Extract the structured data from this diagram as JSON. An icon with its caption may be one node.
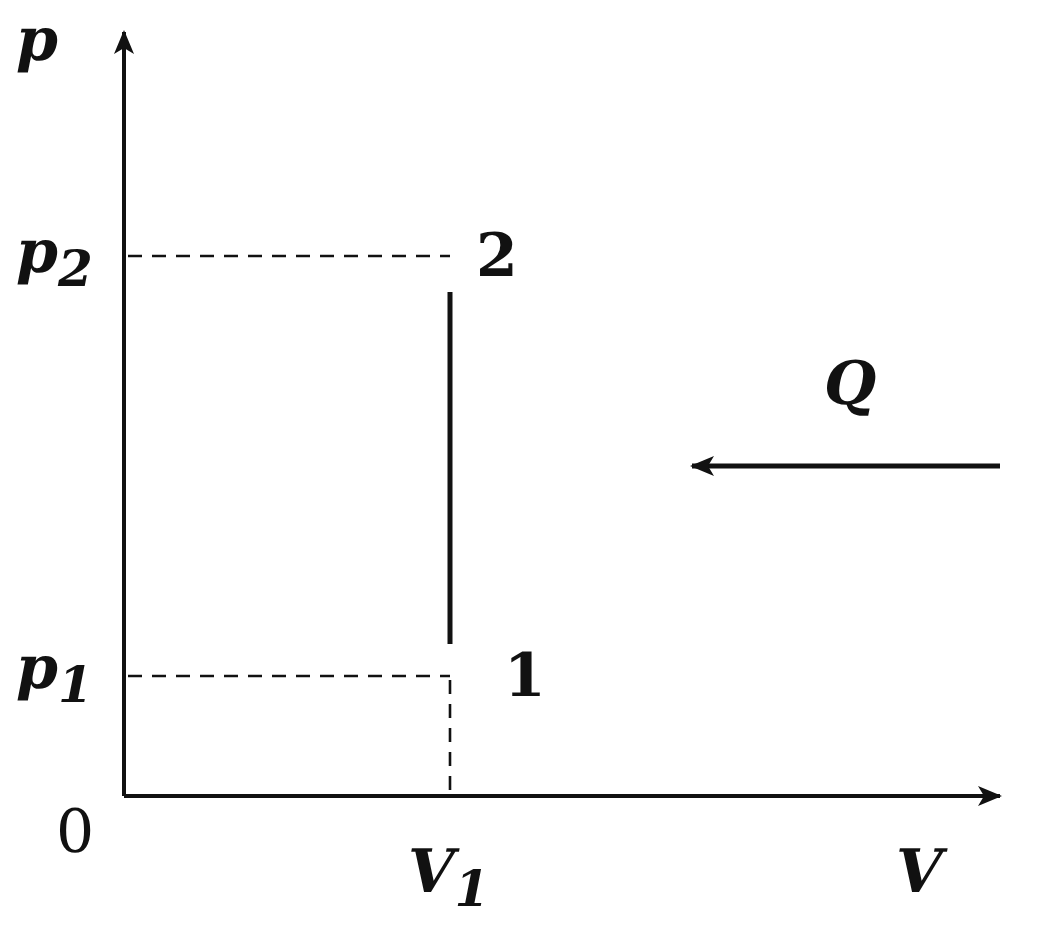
{
  "diagram": {
    "nodes": [
      {
        "text": [
          "2"
        ]
      },
      {
        "text": [
          "1"
        ]
      }
    ],
    "edges": [
      {
        "from": 1,
        "to": 0,
        "arrow": "none"
      }
    ],
    "labels": [
      "p",
      "p$_{2}$",
      "Q",
      "p$_{1}$",
      "0",
      "V$_{1}$",
      "V"
    ]
  }
}
